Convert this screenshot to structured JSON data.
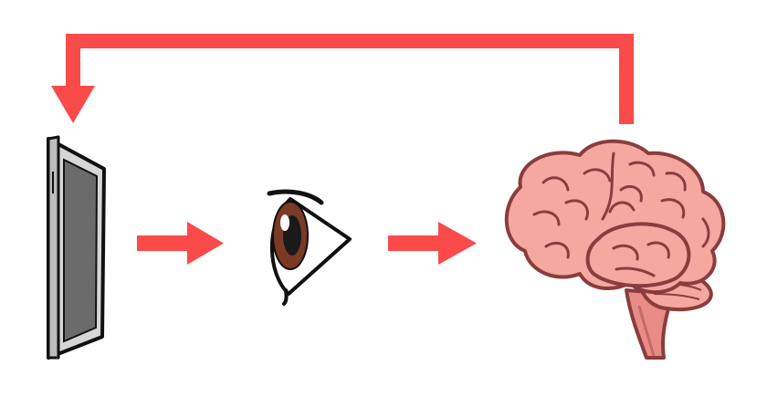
{
  "colors": {
    "arrow": "#fa4a4a",
    "background": "#ffffff",
    "phone_body": "#d6d6d6",
    "phone_screen": "#6b6b6b",
    "outline": "#111111",
    "iris": "#7a3a25",
    "brain_fill": "#f4a8a0",
    "brain_outline": "#8a3d3d",
    "brainstem_fill": "#e98b86"
  },
  "diagram": {
    "nodes": [
      {
        "id": "phone",
        "icon": "smartphone-icon"
      },
      {
        "id": "eye",
        "icon": "eye-icon"
      },
      {
        "id": "brain",
        "icon": "brain-icon"
      }
    ],
    "arrows": [
      {
        "from": "phone",
        "to": "eye"
      },
      {
        "from": "eye",
        "to": "brain"
      },
      {
        "from": "brain",
        "to": "phone",
        "route": "feedback-over-top"
      }
    ]
  }
}
